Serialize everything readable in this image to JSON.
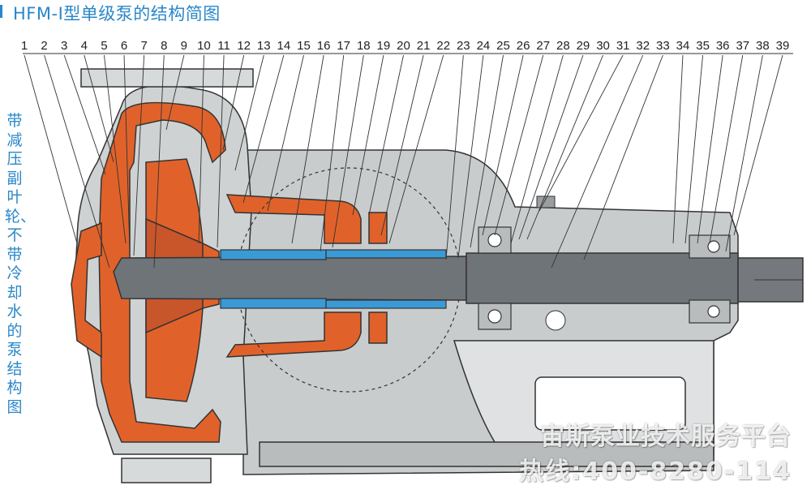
{
  "title": "HFM-I型单级泵的结构简图",
  "side_caption": "带减压副叶轮、不带冷却水的泵结构图",
  "part_numbers": [
    "1",
    "2",
    "3",
    "4",
    "5",
    "6",
    "7",
    "8",
    "9",
    "10",
    "11",
    "12",
    "13",
    "14",
    "15",
    "16",
    "17",
    "18",
    "19",
    "20",
    "21",
    "22",
    "23",
    "24",
    "25",
    "26",
    "27",
    "28",
    "29",
    "30",
    "31",
    "32",
    "33",
    "34",
    "35",
    "36",
    "37",
    "38",
    "39"
  ],
  "watermark": {
    "line1": "宙斯泵业技术服务平台",
    "line2": "热线:400-8280-114"
  },
  "colors": {
    "caption_blue": "#2a87c8",
    "casing_orange": "#e0622a",
    "shaft_gray": "#6f7478",
    "sleeve_blue": "#3a9ad6",
    "frame_gray": "#c9cccd",
    "outline": "#333333"
  }
}
